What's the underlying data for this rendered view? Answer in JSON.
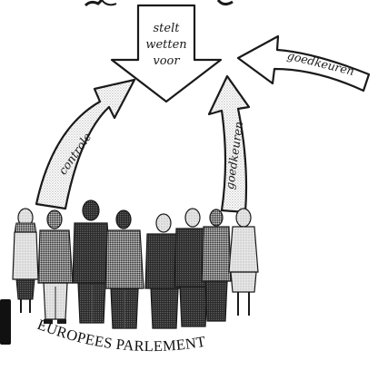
{
  "diagram": {
    "center_arrow": {
      "lines": [
        "stelt",
        "wetten",
        "voor"
      ]
    },
    "arrows": {
      "top_right": "goedkeuren",
      "right_curved": "goedkeuren",
      "left_curved": "controle"
    },
    "group_caption": "EUROPEES PARLEMENT"
  },
  "colors": {
    "ink": "#1a1a1a",
    "stipple": "#bdbdbd",
    "corner_tab": "#111111"
  }
}
